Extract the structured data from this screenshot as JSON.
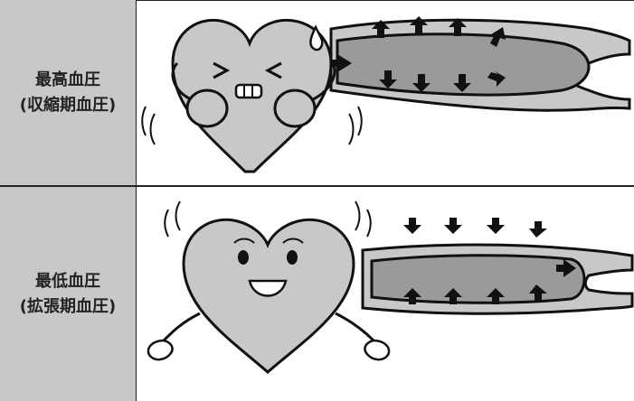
{
  "rows": [
    {
      "label_line1": "最高血圧",
      "label_line2": "(収縮期血圧)"
    },
    {
      "label_line1": "最低血圧",
      "label_line2": "(拡張期血圧)"
    }
  ],
  "colors": {
    "label_bg": "#c8c8c8",
    "heart_fill": "#c8c8c8",
    "vessel_inner": "#9a9a9a",
    "ink": "#111111"
  }
}
